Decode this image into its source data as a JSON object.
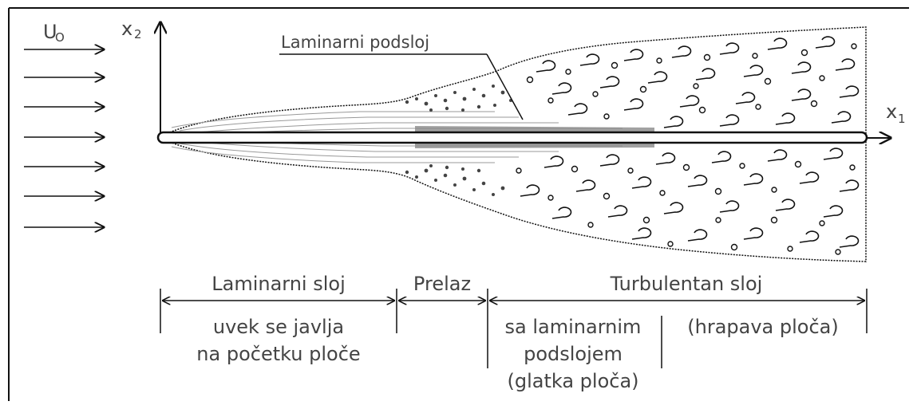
{
  "labels": {
    "u0": "U",
    "u0_sub": "O",
    "x2": "x",
    "x2_sub": "2",
    "x1": "x",
    "x1_sub": "1",
    "laminar_sublayer": "Laminarni podsloj"
  },
  "regions": {
    "laminar": {
      "title": "Laminarni sloj",
      "note_1": "uvek se javlja",
      "note_2": "na početku ploče"
    },
    "transition": {
      "title": "Prelaz"
    },
    "turbulent": {
      "title": "Turbulentan sloj",
      "smooth_1": "sa laminarnim",
      "smooth_2": "podslojem",
      "smooth_3": "(glatka ploča)",
      "rough": "(hrapava ploča)"
    }
  },
  "colors": {
    "ink": "#111111",
    "gray": "#888888",
    "text": "#444444",
    "background": "#ffffff"
  }
}
